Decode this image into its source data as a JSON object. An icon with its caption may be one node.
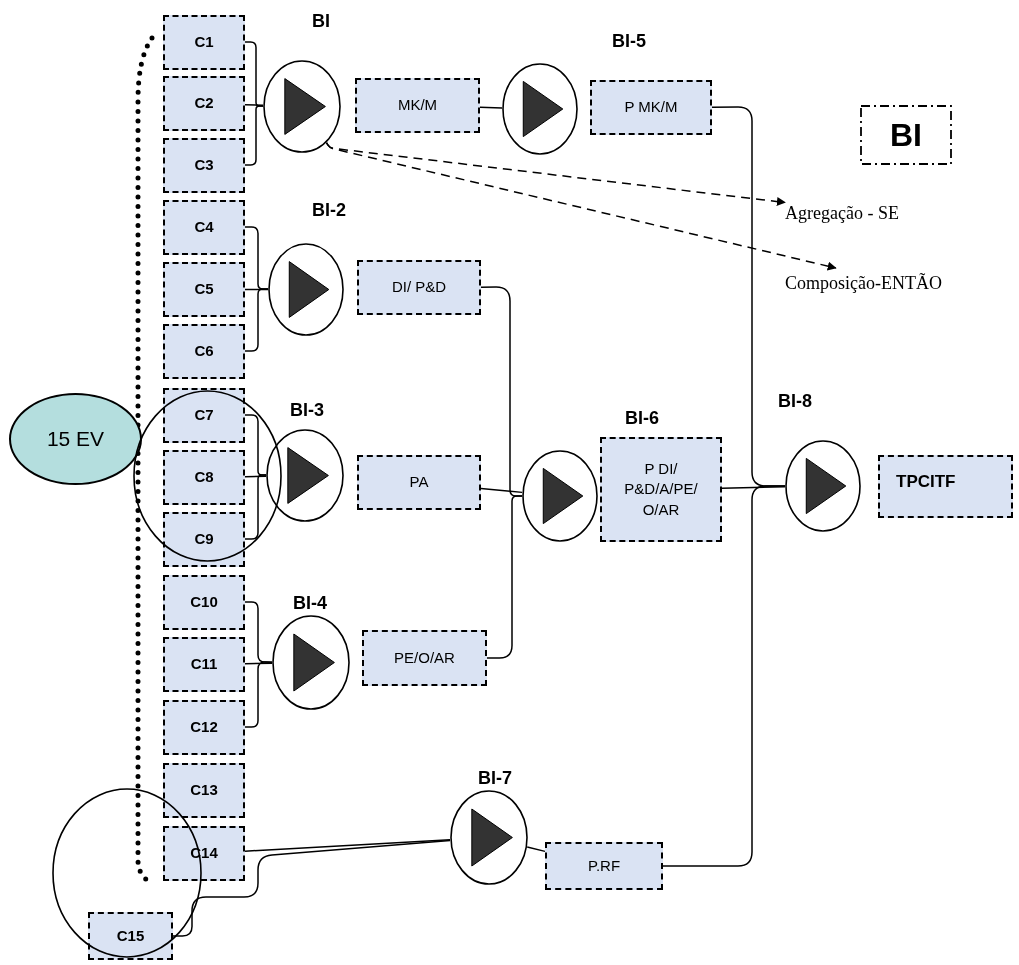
{
  "diagram": {
    "nodes": [
      {
        "text": [],
        "shape": "circle"
      },
      {
        "text": [],
        "shape": "circle"
      },
      {
        "text": [
          "C1"
        ]
      },
      {
        "text": [
          "C2"
        ]
      },
      {
        "text": [
          "C3"
        ]
      },
      {
        "text": [
          "C4"
        ]
      },
      {
        "text": [
          "C5"
        ]
      },
      {
        "text": [
          "C6"
        ]
      },
      {
        "text": [
          "C7"
        ],
        "in": 0
      },
      {
        "text": [
          "C8"
        ],
        "in": 0
      },
      {
        "text": [
          "C9"
        ]
      },
      {
        "text": [
          "C10"
        ]
      },
      {
        "text": [
          "C11"
        ]
      },
      {
        "text": [
          "C12"
        ]
      },
      {
        "text": [
          "C13"
        ]
      },
      {
        "text": [
          "C14"
        ]
      },
      {
        "text": [
          "C15"
        ],
        "in": 1
      },
      {
        "text": [
          "15 EV"
        ]
      },
      {
        "text": [],
        "shape": "circle"
      },
      {
        "text": [
          "MK/M"
        ]
      },
      {
        "text": [],
        "shape": "circle"
      },
      {
        "text": [
          "P MK/M"
        ]
      },
      {
        "text": [
          "BI"
        ]
      },
      {
        "text": [
          "Agregação - SE"
        ]
      },
      {
        "text": [
          "Composição-ENTÃO"
        ]
      },
      {
        "text": [],
        "shape": "circle"
      },
      {
        "text": [
          "DI/ P&D"
        ]
      },
      {
        "text": [],
        "shape": "circle"
      },
      {
        "text": [
          "PA"
        ]
      },
      {
        "text": [],
        "shape": "circle"
      },
      {
        "text": [
          "P DI/ P&D/A/PE/ O/AR"
        ]
      },
      {
        "text": [],
        "shape": "circle"
      },
      {
        "text": [
          "TPCITF"
        ]
      },
      {
        "text": [],
        "shape": "circle"
      },
      {
        "text": [
          "PE/O/AR"
        ]
      },
      {
        "text": [],
        "shape": "circle"
      },
      {
        "text": [
          "P.RF"
        ]
      }
    ],
    "edges": [
      {
        "from": 2,
        "to": 18,
        "arrow": "none"
      },
      {
        "from": 3,
        "to": 18,
        "arrow": "none"
      },
      {
        "from": 4,
        "to": 18,
        "arrow": "none"
      },
      {
        "from": 5,
        "to": 25,
        "arrow": "none"
      },
      {
        "from": 6,
        "to": 25,
        "arrow": "none"
      },
      {
        "from": 7,
        "to": 25,
        "arrow": "none"
      },
      {
        "from": 8,
        "to": 27,
        "arrow": "none"
      },
      {
        "from": 9,
        "to": 27,
        "arrow": "none"
      },
      {
        "from": 10,
        "to": 27,
        "arrow": "none"
      },
      {
        "from": 11,
        "to": 33,
        "arrow": "none"
      },
      {
        "from": 12,
        "to": 33,
        "arrow": "none"
      },
      {
        "from": 13,
        "to": 33,
        "arrow": "none"
      },
      {
        "from": 15,
        "to": 35,
        "arrow": "none"
      },
      {
        "from": 16,
        "to": 35,
        "arrow": "none"
      },
      {
        "from": 19,
        "to": 20,
        "arrow": "none"
      },
      {
        "from": 18,
        "to": 23,
        "arrow": "to",
        "style": "dashed"
      },
      {
        "from": 18,
        "to": 24,
        "arrow": "to",
        "style": "dashed"
      },
      {
        "from": 26,
        "to": 29,
        "arrow": "none"
      },
      {
        "from": 28,
        "to": 29,
        "arrow": "none"
      },
      {
        "from": 34,
        "to": 29,
        "arrow": "none"
      },
      {
        "from": 21,
        "to": 31,
        "arrow": "none"
      },
      {
        "from": 30,
        "to": 31,
        "arrow": "none"
      },
      {
        "from": 36,
        "to": 31,
        "arrow": "none"
      },
      {
        "from": 35,
        "to": 36,
        "arrow": "none"
      }
    ],
    "labels": [
      "BI",
      "BI-5",
      "BI-2",
      "BI-6",
      "BI-8",
      "BI-3",
      "BI-4",
      "BI-7"
    ]
  }
}
